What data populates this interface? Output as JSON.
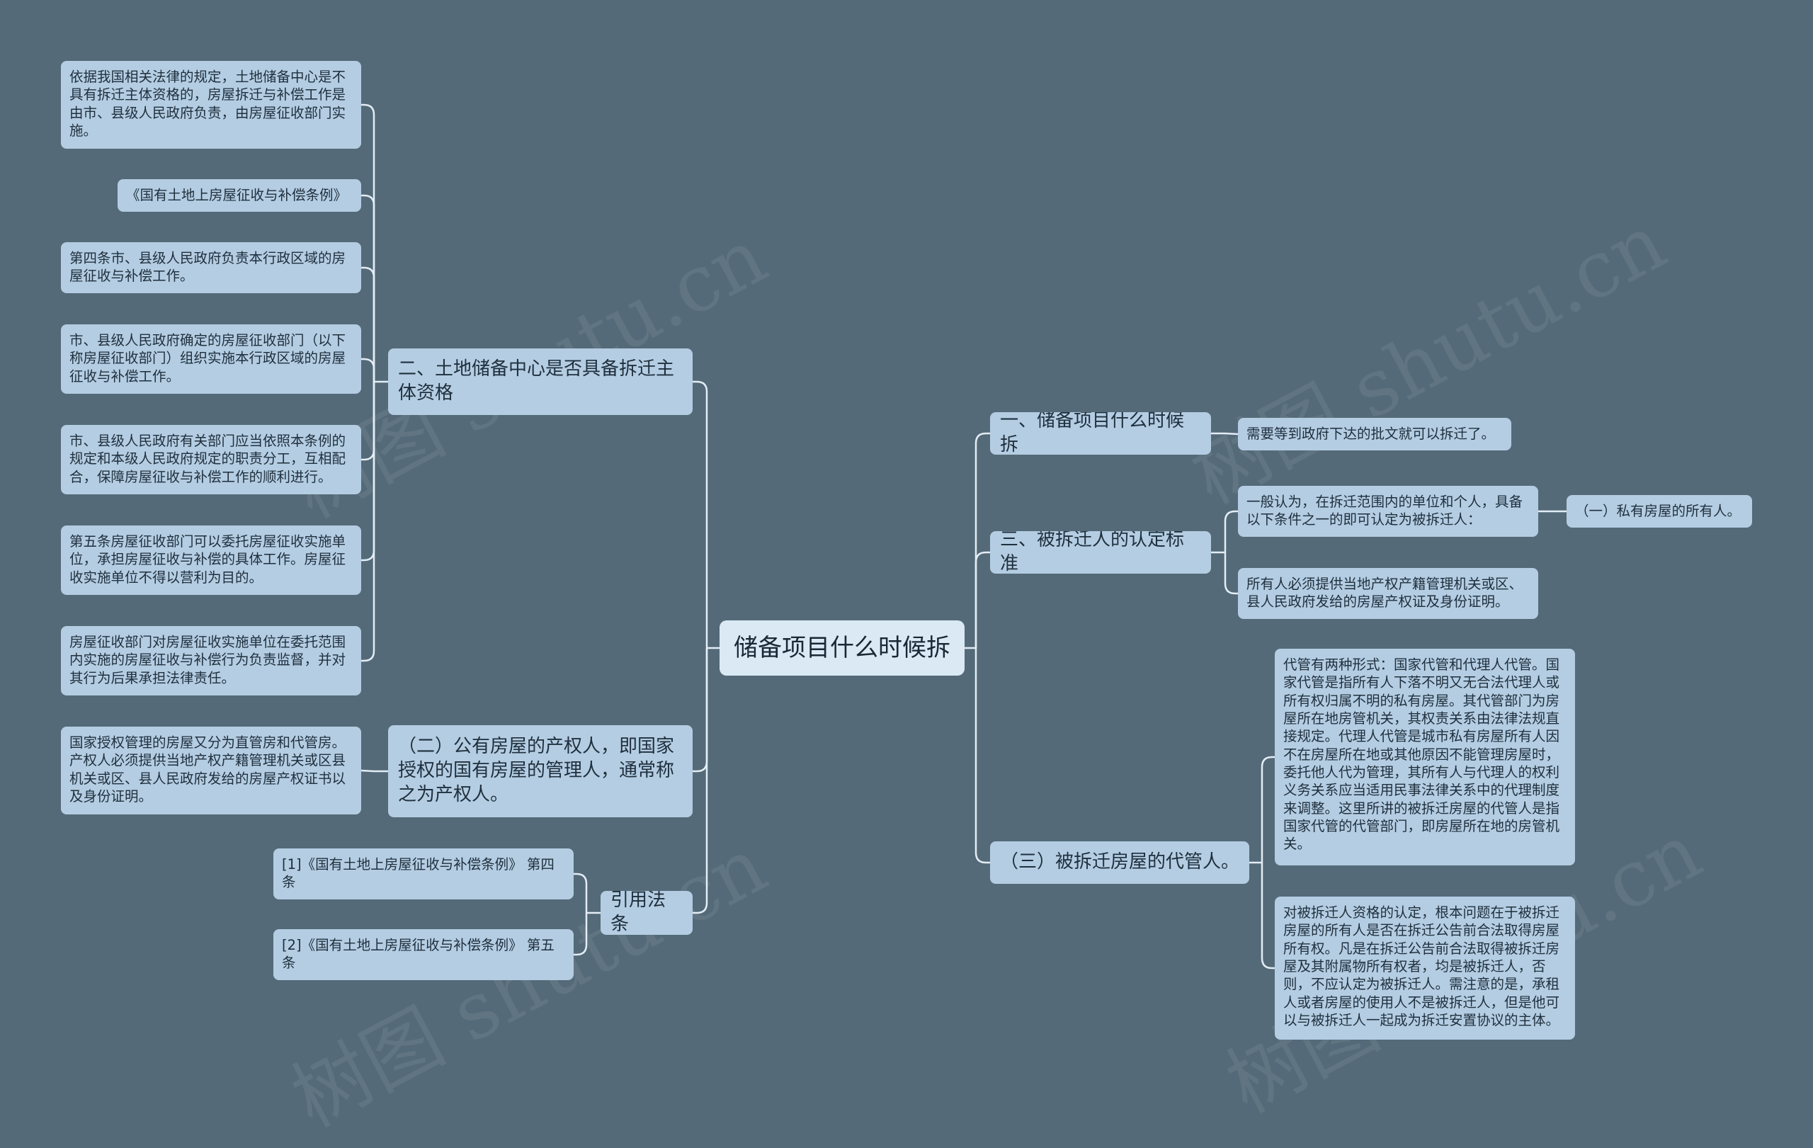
{
  "root": "储备项目什么时候拆",
  "branches": {
    "land": "二、土地储备中心是否具备拆迁主体资格",
    "public": "（二）公有房屋的产权人，即国家授权的国有房屋的管理人，通常称之为产权人。",
    "cite": "引用法条",
    "when": "一、储备项目什么时候拆",
    "standard": "三、被拆迁人的认定标准",
    "agent": "（三）被拆迁房屋的代管人。"
  },
  "leaves": {
    "land_1": "依据我国相关法律的规定，土地储备中心是不具有拆迁主体资格的，房屋拆迁与补偿工作是由市、县级人民政府负责，由房屋征收部门实施。",
    "land_2": "《国有土地上房屋征收与补偿条例》",
    "land_3": "第四条市、县级人民政府负责本行政区域的房屋征收与补偿工作。",
    "land_4": "市、县级人民政府确定的房屋征收部门（以下称房屋征收部门）组织实施本行政区域的房屋征收与补偿工作。",
    "land_5": "市、县级人民政府有关部门应当依照本条例的规定和本级人民政府规定的职责分工，互相配合，保障房屋征收与补偿工作的顺利进行。",
    "land_6": "第五条房屋征收部门可以委托房屋征收实施单位，承担房屋征收与补偿的具体工作。房屋征收实施单位不得以营利为目的。",
    "land_7": "房屋征收部门对房屋征收实施单位在委托范围内实施的房屋征收与补偿行为负责监督，并对其行为后果承担法律责任。",
    "public_1": "国家授权管理的房屋又分为直管房和代管房。产权人必须提供当地产权产籍管理机关或区县机关或区、县人民政府发给的房屋产权证书以及身份证明。",
    "cite_1": "[1]《国有土地上房屋征收与补偿条例》 第四条",
    "cite_2": "[2]《国有土地上房屋征收与补偿条例》 第五条",
    "when_1": "需要等到政府下达的批文就可以拆迁了。",
    "std_1": "一般认为，在拆迁范围内的单位和个人，具备以下条件之一的即可认定为被拆迁人：",
    "std_1_1": "（一）私有房屋的所有人。",
    "std_2": "所有人必须提供当地产权产籍管理机关或区、县人民政府发给的房屋产权证及身份证明。",
    "agent_1": "代管有两种形式：国家代管和代理人代管。国家代管是指所有人下落不明又无合法代理人或所有权归属不明的私有房屋。其代管部门为房屋所在地房管机关，其权责关系由法律法规直接规定。代理人代管是城市私有房屋所有人因不在房屋所在地或其他原因不能管理房屋时，委托他人代为管理，其所有人与代理人的权利义务关系应当适用民事法律关系中的代理制度来调整。这里所讲的被拆迁房屋的代管人是指国家代管的代管部门，即房屋所在地的房管机关。",
    "agent_2": "对被拆迁人资格的认定，根本问题在于被拆迁房屋的所有人是否在拆迁公告前合法取得房屋所有权。凡是在拆迁公告前合法取得被拆迁房屋及其附属物所有权者，均是被拆迁人，否则，不应认定为被拆迁人。需注意的是，承租人或者房屋的使用人不是被拆迁人，但是他可以与被拆迁人一起成为拆迁安置协议的主体。"
  },
  "watermark": "树图 shutu.cn",
  "colors": {
    "background": "#546a78",
    "node": "#b4cde2",
    "root": "#dbe9f5",
    "line": "#e3edf5"
  }
}
